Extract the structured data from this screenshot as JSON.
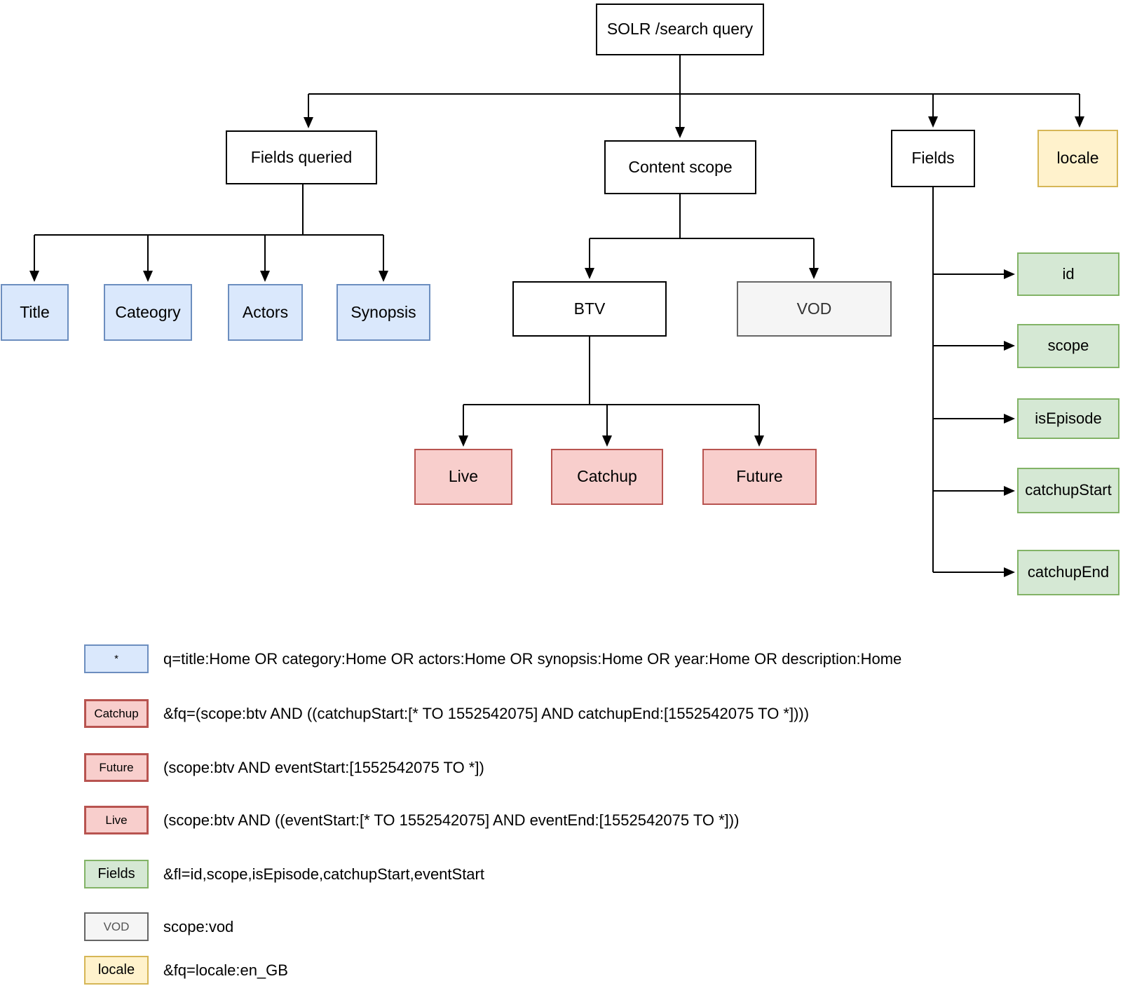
{
  "diagram_title": "SOLR /search query tree",
  "nodes": {
    "solr": {
      "label": "SOLR /search query"
    },
    "fields_queried": {
      "label": "Fields queried"
    },
    "content_scope": {
      "label": "Content scope"
    },
    "fields": {
      "label": "Fields"
    },
    "locale": {
      "label": "locale"
    },
    "title": {
      "label": "Title"
    },
    "cateogry": {
      "label": "Cateogry"
    },
    "actors": {
      "label": "Actors"
    },
    "synopsis": {
      "label": "Synopsis"
    },
    "btv": {
      "label": "BTV"
    },
    "vod": {
      "label": "VOD"
    },
    "live": {
      "label": "Live"
    },
    "catchup": {
      "label": "Catchup"
    },
    "future": {
      "label": "Future"
    },
    "id": {
      "label": "id"
    },
    "scope": {
      "label": "scope"
    },
    "is_episode": {
      "label": "isEpisode"
    },
    "catchup_start": {
      "label": "catchupStart"
    },
    "catchup_end": {
      "label": "catchupEnd"
    }
  },
  "legend": {
    "rows": [
      {
        "key": "*",
        "color": "blue",
        "value": "q=title:Home OR category:Home OR actors:Home OR synopsis:Home OR year:Home OR description:Home"
      },
      {
        "key": "Catchup",
        "color": "red",
        "value": "&fq=(scope:btv AND ((catchupStart:[* TO 1552542075] AND catchupEnd:[1552542075 TO *])))"
      },
      {
        "key": "Future",
        "color": "red",
        "value": "(scope:btv AND eventStart:[1552542075 TO *])"
      },
      {
        "key": "Live",
        "color": "red",
        "value": "(scope:btv AND ((eventStart:[* TO 1552542075] AND eventEnd:[1552542075 TO *]))"
      },
      {
        "key": "Fields",
        "color": "green",
        "value": "&fl=id,scope,isEpisode,catchupStart,eventStart"
      },
      {
        "key": "VOD",
        "color": "gray",
        "value": "scope:vod"
      },
      {
        "key": "locale",
        "color": "yellow",
        "value": "&fq=locale:en_GB"
      }
    ]
  },
  "colors": {
    "blue_fill": "#dae8fc",
    "blue_border": "#6c8ebf",
    "red_fill": "#f8cecc",
    "red_border": "#b85450",
    "green_fill": "#d5e8d4",
    "green_border": "#82b366",
    "yellow_fill": "#fff2cc",
    "yellow_border": "#d6b656",
    "gray_fill": "#f5f5f5",
    "gray_border": "#666666",
    "line": "#000000"
  }
}
